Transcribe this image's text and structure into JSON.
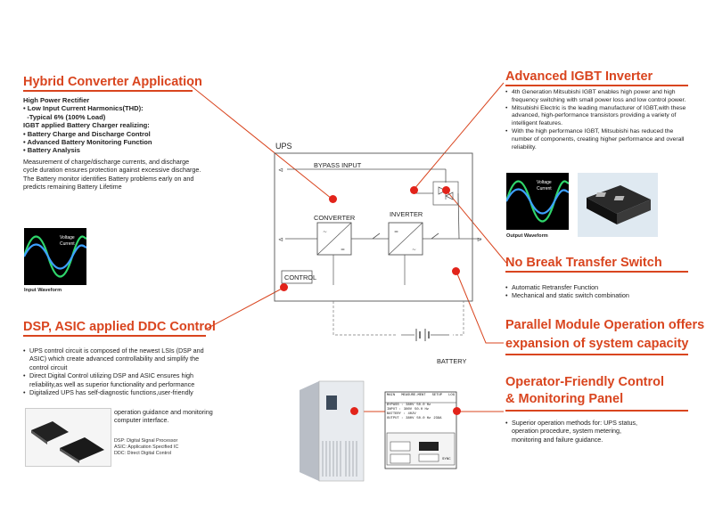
{
  "hybrid": {
    "title": "Hybrid Converter Application",
    "line1": "High Power Rectifier",
    "line2": "• Low Input Current Harmonics(THD):",
    "line3": "  -Typical 6% (100% Load)",
    "line4": "IGBT applied Battery Charger realizing:",
    "line5": "• Battery Charge and Discharge Control",
    "line6": "• Advanced Battery Monitoring Function",
    "line7": "• Battery Analysis",
    "para": "Measurement of charge/discharge currents, and discharge cycle duration ensures protection against excessive discharge. The Battery monitor identifies Battery problems early on and predicts remaining Battery Lifetime",
    "wave_voltage": "Voltage",
    "wave_current": "Current",
    "caption": "Input Waveform"
  },
  "dsp": {
    "title": "DSP, ASIC applied DDC Control",
    "bullets": [
      "UPS control circuit is composed of the newest LSIs (DSP and ASIC) which create advanced controllability and simplify the control circuit",
      "Direct Digital Control utilizing DSP and ASIC ensures high reliability,as well as superior functionality and performance",
      "Digitalized UPS has self-diagnostic functions,user-friendly"
    ],
    "cont": "operation guidance and monitoring computer interface.",
    "legend1": "DSP: Digital Signal Processor",
    "legend2": "ASIC: Application Specified IC",
    "legend3": "DDC: Direct Digital Control"
  },
  "igbt": {
    "title": "Advanced IGBT Inverter",
    "bullets": [
      "4th Generation Mitsubishi IGBT enables high power and high frequency switching with small power loss and low control power.",
      "Mitsubishi Electric is the leading manufacturer of IGBT,with these advanced, high-performance transistors providing a variety of intelligent features.",
      "With the high performance IGBT, Mitsubishi has reduced the number of components, creating higher performance and overall reliability."
    ],
    "wave_voltage": "Voltage",
    "wave_current": "Current",
    "caption": "Output Waveform"
  },
  "nobreak": {
    "title": "No Break Transfer Switch",
    "bullets": [
      "Automatic Retransfer Function",
      "Mechanical and static switch combination"
    ]
  },
  "parallel": {
    "title_line1": "Parallel Module Operation offers",
    "title_line2": "expansion of system capacity"
  },
  "operator": {
    "title_line1": "Operator-Friendly Control",
    "title_line2": "& Monitoring Panel",
    "bullets": [
      "Superior operation methods for: UPS status, operation procedure, system metering, monitoring and failure guidance."
    ]
  },
  "diagram": {
    "ups": "UPS",
    "bypass": "BYPASS INPUT",
    "converter": "CONVERTER",
    "inverter": "INVERTER",
    "control": "CONTROL",
    "battery": "BATTERY"
  },
  "panel": {
    "tab1": "MAIN",
    "tab2": "MEASURE-MENT",
    "tab3": "SETUP",
    "tab4": "LOG",
    "r1l": "BYPASS  :",
    "r1v": "380V",
    "r1f": "50.0 Hz",
    "r2l": "INPUT   :",
    "r2v": "380V",
    "r2f": "50.0 Hz",
    "r3l": "BATTERY :",
    "r3v": "402V",
    "r4l": "OUTPUT  :",
    "r4v": "380V",
    "r4f": "50.0 Hz",
    "r4p": "239A",
    "sync": "SYNC"
  },
  "colors": {
    "accent": "#d9451f",
    "dot": "#e2231a"
  }
}
